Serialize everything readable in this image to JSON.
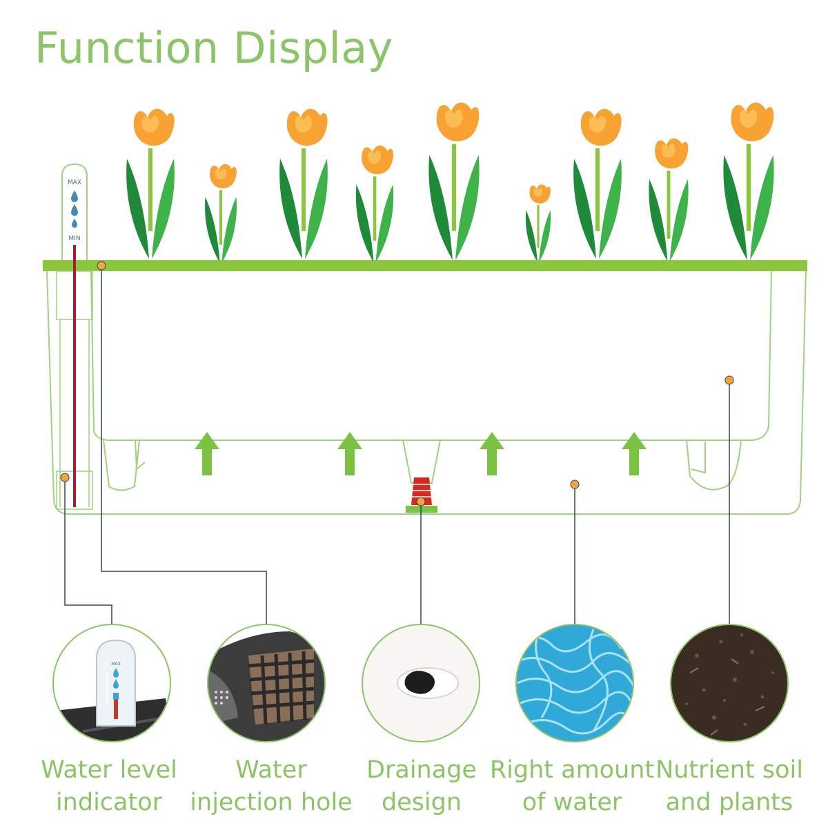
{
  "title": "Function Display",
  "colors": {
    "title": "#8dc468",
    "caption": "#8dc468",
    "pot_outline": "#9fd27c",
    "rim": "#8cc63f",
    "stem": "#8cc63f",
    "leaf_dark": "#1f8a3a",
    "leaf_light": "#3db34a",
    "petal": "#f7a233",
    "petal_light": "#fbbe56",
    "arrow": "#7cc242",
    "marker": "#f3a43c",
    "leader": "#33465a",
    "indicator_red": "#b0182d",
    "indicator_text": "#4b6e8a",
    "water_drop": "#3f8db5"
  },
  "water_indicator": {
    "max_label": "MAX",
    "min_label": "MIN"
  },
  "features": [
    {
      "id": "water-level-indicator",
      "lines": [
        "Water level",
        "indicator"
      ],
      "image_icon": "water-gauge-photo-icon"
    },
    {
      "id": "water-injection-hole",
      "lines": [
        "Water",
        "injection hole"
      ],
      "image_icon": "injection-grid-photo-icon"
    },
    {
      "id": "drainage-design",
      "lines": [
        "Drainage",
        "design"
      ],
      "image_icon": "drain-hole-photo-icon"
    },
    {
      "id": "right-amount-of-water",
      "lines": [
        "Right amount",
        "of water"
      ],
      "image_icon": "water-ripple-photo-icon"
    },
    {
      "id": "nutrient-soil-and-plants",
      "lines": [
        "Nutrient soil",
        "and plants"
      ],
      "image_icon": "soil-photo-icon"
    }
  ]
}
